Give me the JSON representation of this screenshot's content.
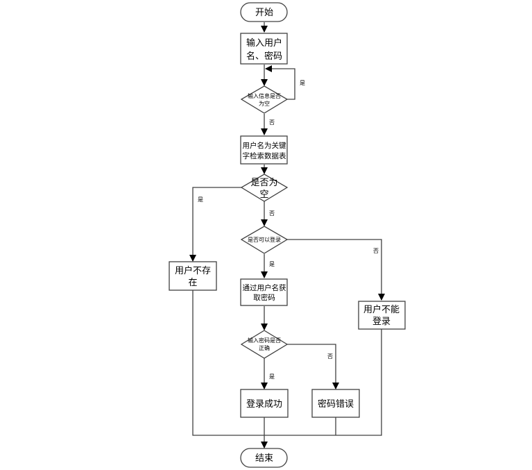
{
  "title": "用户登录流程图",
  "nodes": {
    "start": {
      "type": "terminator",
      "lines": [
        "开始"
      ]
    },
    "input_credentials": {
      "type": "process",
      "lines": [
        "输入用户",
        "名、密码"
      ]
    },
    "check_empty_input": {
      "type": "decision",
      "lines": [
        "输入信息是否",
        "为空"
      ]
    },
    "search_table": {
      "type": "process",
      "lines": [
        "用户名为关键",
        "字检索数据表"
      ]
    },
    "check_result_empty": {
      "type": "decision",
      "lines": [
        "是否为",
        "空"
      ]
    },
    "user_not_exist": {
      "type": "process",
      "lines": [
        "用户不存",
        "在"
      ]
    },
    "check_can_login": {
      "type": "decision",
      "lines": [
        "是否可以登录"
      ]
    },
    "get_password": {
      "type": "process",
      "lines": [
        "通过用户名获",
        "取密码"
      ]
    },
    "user_cannot_login": {
      "type": "process",
      "lines": [
        "用户不能",
        "登录"
      ]
    },
    "check_password": {
      "type": "decision",
      "lines": [
        "输入密码是否",
        "正确"
      ]
    },
    "login_success": {
      "type": "process",
      "lines": [
        "登录成功"
      ]
    },
    "password_error": {
      "type": "process",
      "lines": [
        "密码错误"
      ]
    },
    "end": {
      "type": "terminator",
      "lines": [
        "结束"
      ]
    }
  },
  "edges": [
    {
      "from": "start",
      "to": "input_credentials",
      "label": ""
    },
    {
      "from": "input_credentials",
      "to": "check_empty_input",
      "label": ""
    },
    {
      "from": "check_empty_input",
      "to": "check_empty_input",
      "label": "是"
    },
    {
      "from": "check_empty_input",
      "to": "search_table",
      "label": "否"
    },
    {
      "from": "search_table",
      "to": "check_result_empty",
      "label": ""
    },
    {
      "from": "check_result_empty",
      "to": "user_not_exist",
      "label": "是"
    },
    {
      "from": "check_result_empty",
      "to": "check_can_login",
      "label": "否"
    },
    {
      "from": "check_can_login",
      "to": "get_password",
      "label": "是"
    },
    {
      "from": "check_can_login",
      "to": "user_cannot_login",
      "label": "否"
    },
    {
      "from": "get_password",
      "to": "check_password",
      "label": ""
    },
    {
      "from": "check_password",
      "to": "login_success",
      "label": "是"
    },
    {
      "from": "check_password",
      "to": "password_error",
      "label": "否"
    },
    {
      "from": "login_success",
      "to": "end",
      "label": ""
    },
    {
      "from": "password_error",
      "to": "end",
      "label": ""
    },
    {
      "from": "user_not_exist",
      "to": "end",
      "label": ""
    },
    {
      "from": "user_cannot_login",
      "to": "end",
      "label": ""
    }
  ]
}
